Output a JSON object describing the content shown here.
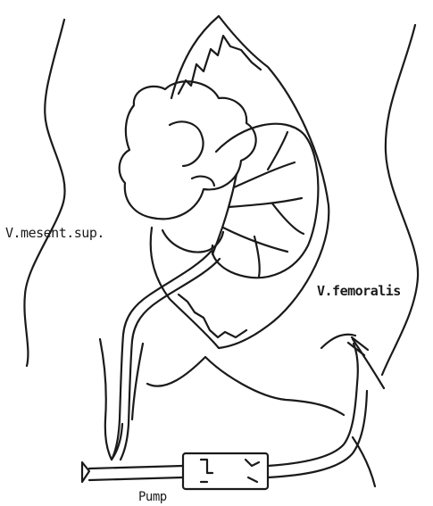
{
  "labels": {
    "mesenteric_vein": "V.mesent.sup.",
    "femoral_vein": "V.femoralis",
    "pump": "Pump"
  },
  "colors": {
    "ink": "#1a1a1a",
    "background": "#ffffff"
  }
}
